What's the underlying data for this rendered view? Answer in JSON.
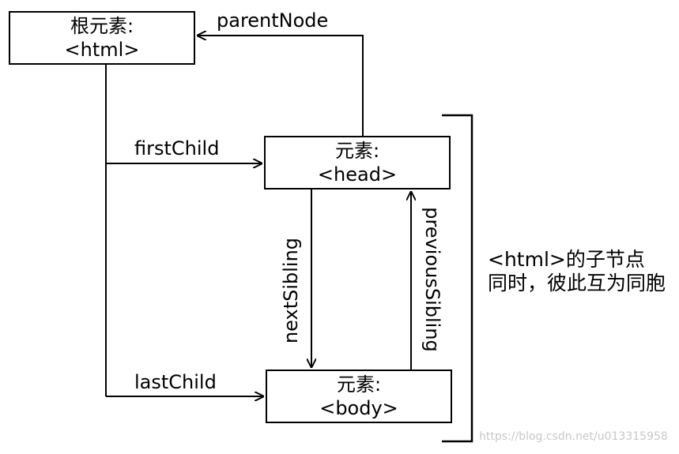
{
  "nodes": {
    "html": {
      "line1": "根元素:",
      "line2": "<html>"
    },
    "head": {
      "line1": "元素:",
      "line2": "<head>"
    },
    "body": {
      "line1": "元素:",
      "line2": "<body>"
    }
  },
  "edges": {
    "parent_node": "parentNode",
    "first_child": "firstChild",
    "last_child": "lastChild",
    "next_sibling": "nextSibling",
    "previous_sibling": "previousSibling"
  },
  "note": {
    "line1": "<html>的子节点",
    "line2": "同时，彼此互为同胞"
  },
  "watermark": "https://blog.csdn.net/u013315958"
}
